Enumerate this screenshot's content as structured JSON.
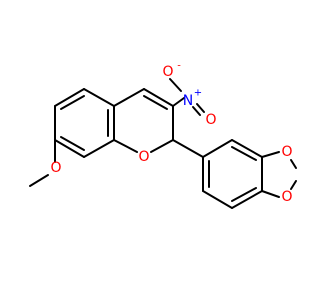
{
  "atoms": {
    "nitro_n": {
      "label": "N",
      "charge": "+",
      "color": "#0000ff"
    },
    "nitro_o_minus": {
      "label": "O",
      "charge": "-",
      "color": "#ff0000"
    },
    "nitro_o": {
      "label": "O",
      "color": "#ff0000"
    },
    "ring_o": {
      "label": "O",
      "color": "#ff0000"
    },
    "methoxy_o": {
      "label": "O",
      "color": "#ff0000"
    },
    "dioxole_o_top": {
      "label": "O",
      "color": "#ff0000"
    },
    "dioxole_o_bottom": {
      "label": "O",
      "color": "#ff0000"
    }
  },
  "colors": {
    "bond": "#000000",
    "background": "#ffffff"
  }
}
